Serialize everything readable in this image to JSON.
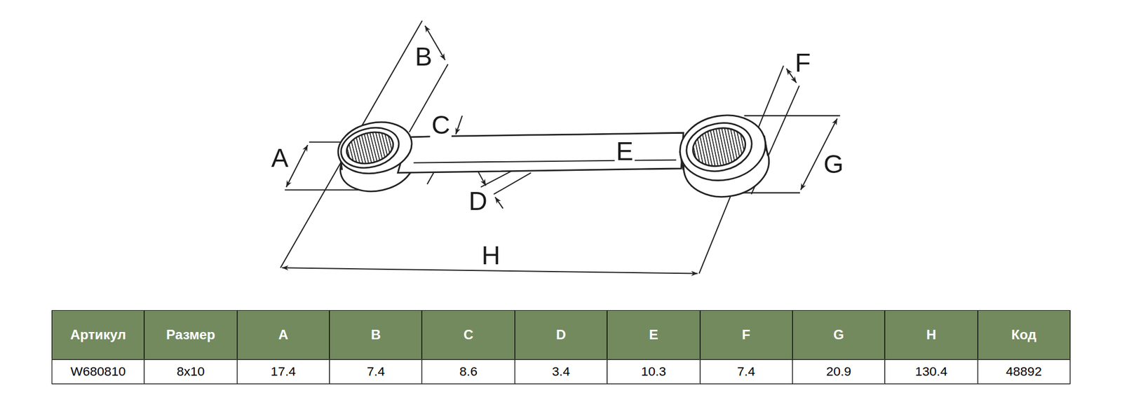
{
  "diagram": {
    "labels": [
      "A",
      "B",
      "C",
      "D",
      "E",
      "F",
      "G",
      "H",
      "Артикул",
      "Размер",
      "A",
      "B",
      "C",
      "D",
      "E",
      "F",
      "G",
      "H",
      "Код",
      "W680810",
      "8x10",
      "17.4",
      "7.4",
      "8.6",
      "3.4",
      "10.3",
      "7.4",
      "20.9",
      "130.4",
      "48892"
    ]
  }
}
